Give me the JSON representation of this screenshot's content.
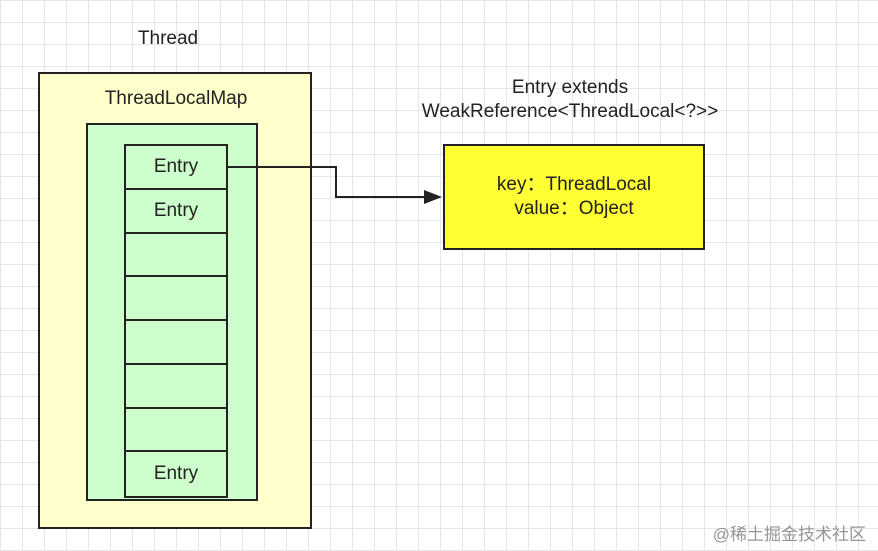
{
  "thread": {
    "title": "Thread"
  },
  "map": {
    "title": "ThreadLocalMap"
  },
  "entries": [
    "Entry",
    "Entry",
    "",
    "",
    "",
    "",
    "",
    "Entry"
  ],
  "entry_class": {
    "line1": "Entry extends",
    "line2": "WeakReference<ThreadLocal<?>>"
  },
  "entry_detail": {
    "key": "key：ThreadLocal",
    "value": "value：Object"
  },
  "watermark": "@稀土掘金技术社区",
  "colors": {
    "thread_fill": "#ffffcc",
    "map_fill": "#ccffcc",
    "detail_fill": "#ffff33",
    "stroke": "#222222"
  }
}
